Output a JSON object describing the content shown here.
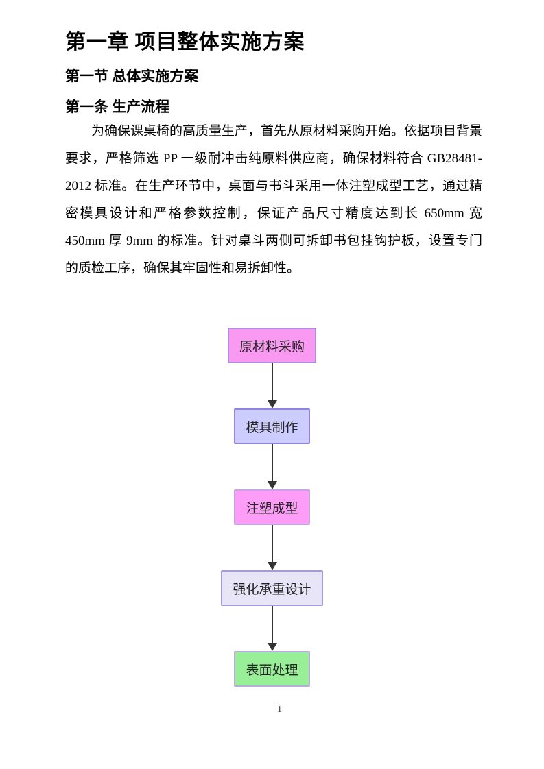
{
  "headings": {
    "chapter": "第一章 项目整体实施方案",
    "section": "第一节 总体实施方案",
    "article": "第一条 生产流程"
  },
  "paragraph": {
    "lines": [
      "为确保课桌椅的高质量生产，首先从原材料采购开始。依据项目背景",
      "要求，严格筛选 PP 一级耐冲击纯原料供应商，确保材料符合 GB28481-",
      "2012 标准。在生产环节中，桌面与书斗采用一体注塑成型工艺，通过精",
      "密模具设计和严格参数控制，保证产品尺寸精度达到长 650mm 宽",
      "450mm 厚 9mm 的标准。针对桌斗两侧可拆卸书包挂钩护板，设置专门",
      "的质检工序，确保其牢固性和易拆卸性。"
    ]
  },
  "flowchart": {
    "arrow_color": "#333333",
    "steps": [
      {
        "label": "原材料采购",
        "fill": "#f999f2",
        "border": "#a893d8"
      },
      {
        "label": "模具制作",
        "fill": "#ccccfe",
        "border": "#8f85e0"
      },
      {
        "label": "注塑成型",
        "fill": "#fe9df8",
        "border": "#c8a3e4"
      },
      {
        "label": "强化承重设计",
        "fill": "#e9e5f9",
        "border": "#a89ad8"
      },
      {
        "label": "表面处理",
        "fill": "#98ef98",
        "border": "#b6abe0"
      }
    ]
  },
  "footer": {
    "page_number": "1"
  }
}
